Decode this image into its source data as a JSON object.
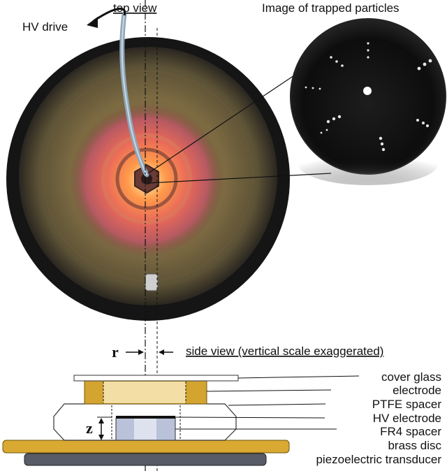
{
  "labels": {
    "top_view": "top view",
    "image_title": "Image of trapped particles",
    "hv_drive": "HV drive",
    "side_view": "side view (vertical scale exaggerated)",
    "r": "r",
    "z": "z"
  },
  "layers": [
    {
      "key": "cover",
      "label": "cover glass"
    },
    {
      "key": "electrode",
      "label": "electrode"
    },
    {
      "key": "ptfe",
      "label": "PTFE spacer"
    },
    {
      "key": "hv",
      "label": "HV electrode"
    },
    {
      "key": "fr4",
      "label": "FR4 spacer"
    },
    {
      "key": "brass",
      "label": "brass disc"
    },
    {
      "key": "piezo",
      "label": "piezoelectric transducer"
    }
  ],
  "colors": {
    "electrode": "#d4a430",
    "electrode_light": "#f3dfa6",
    "fr4": "#b9c2d8",
    "brass": "#d9a931",
    "piezo": "#575c66",
    "photo_dark": "#111111"
  }
}
